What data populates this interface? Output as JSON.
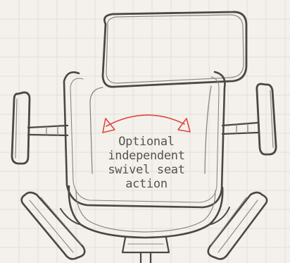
{
  "annotation": {
    "lines": [
      "Optional",
      "independent",
      "swivel seat",
      "action"
    ]
  },
  "colors": {
    "background": "#f4f1ec",
    "grid": "#e1ded8",
    "sketch": "#4a4844",
    "sketch_light": "#8a8781",
    "accent": "#e0473d",
    "text": "#55534f"
  },
  "icons": {
    "swivel_indicator": "double-headed-curved-arrow-icon"
  }
}
